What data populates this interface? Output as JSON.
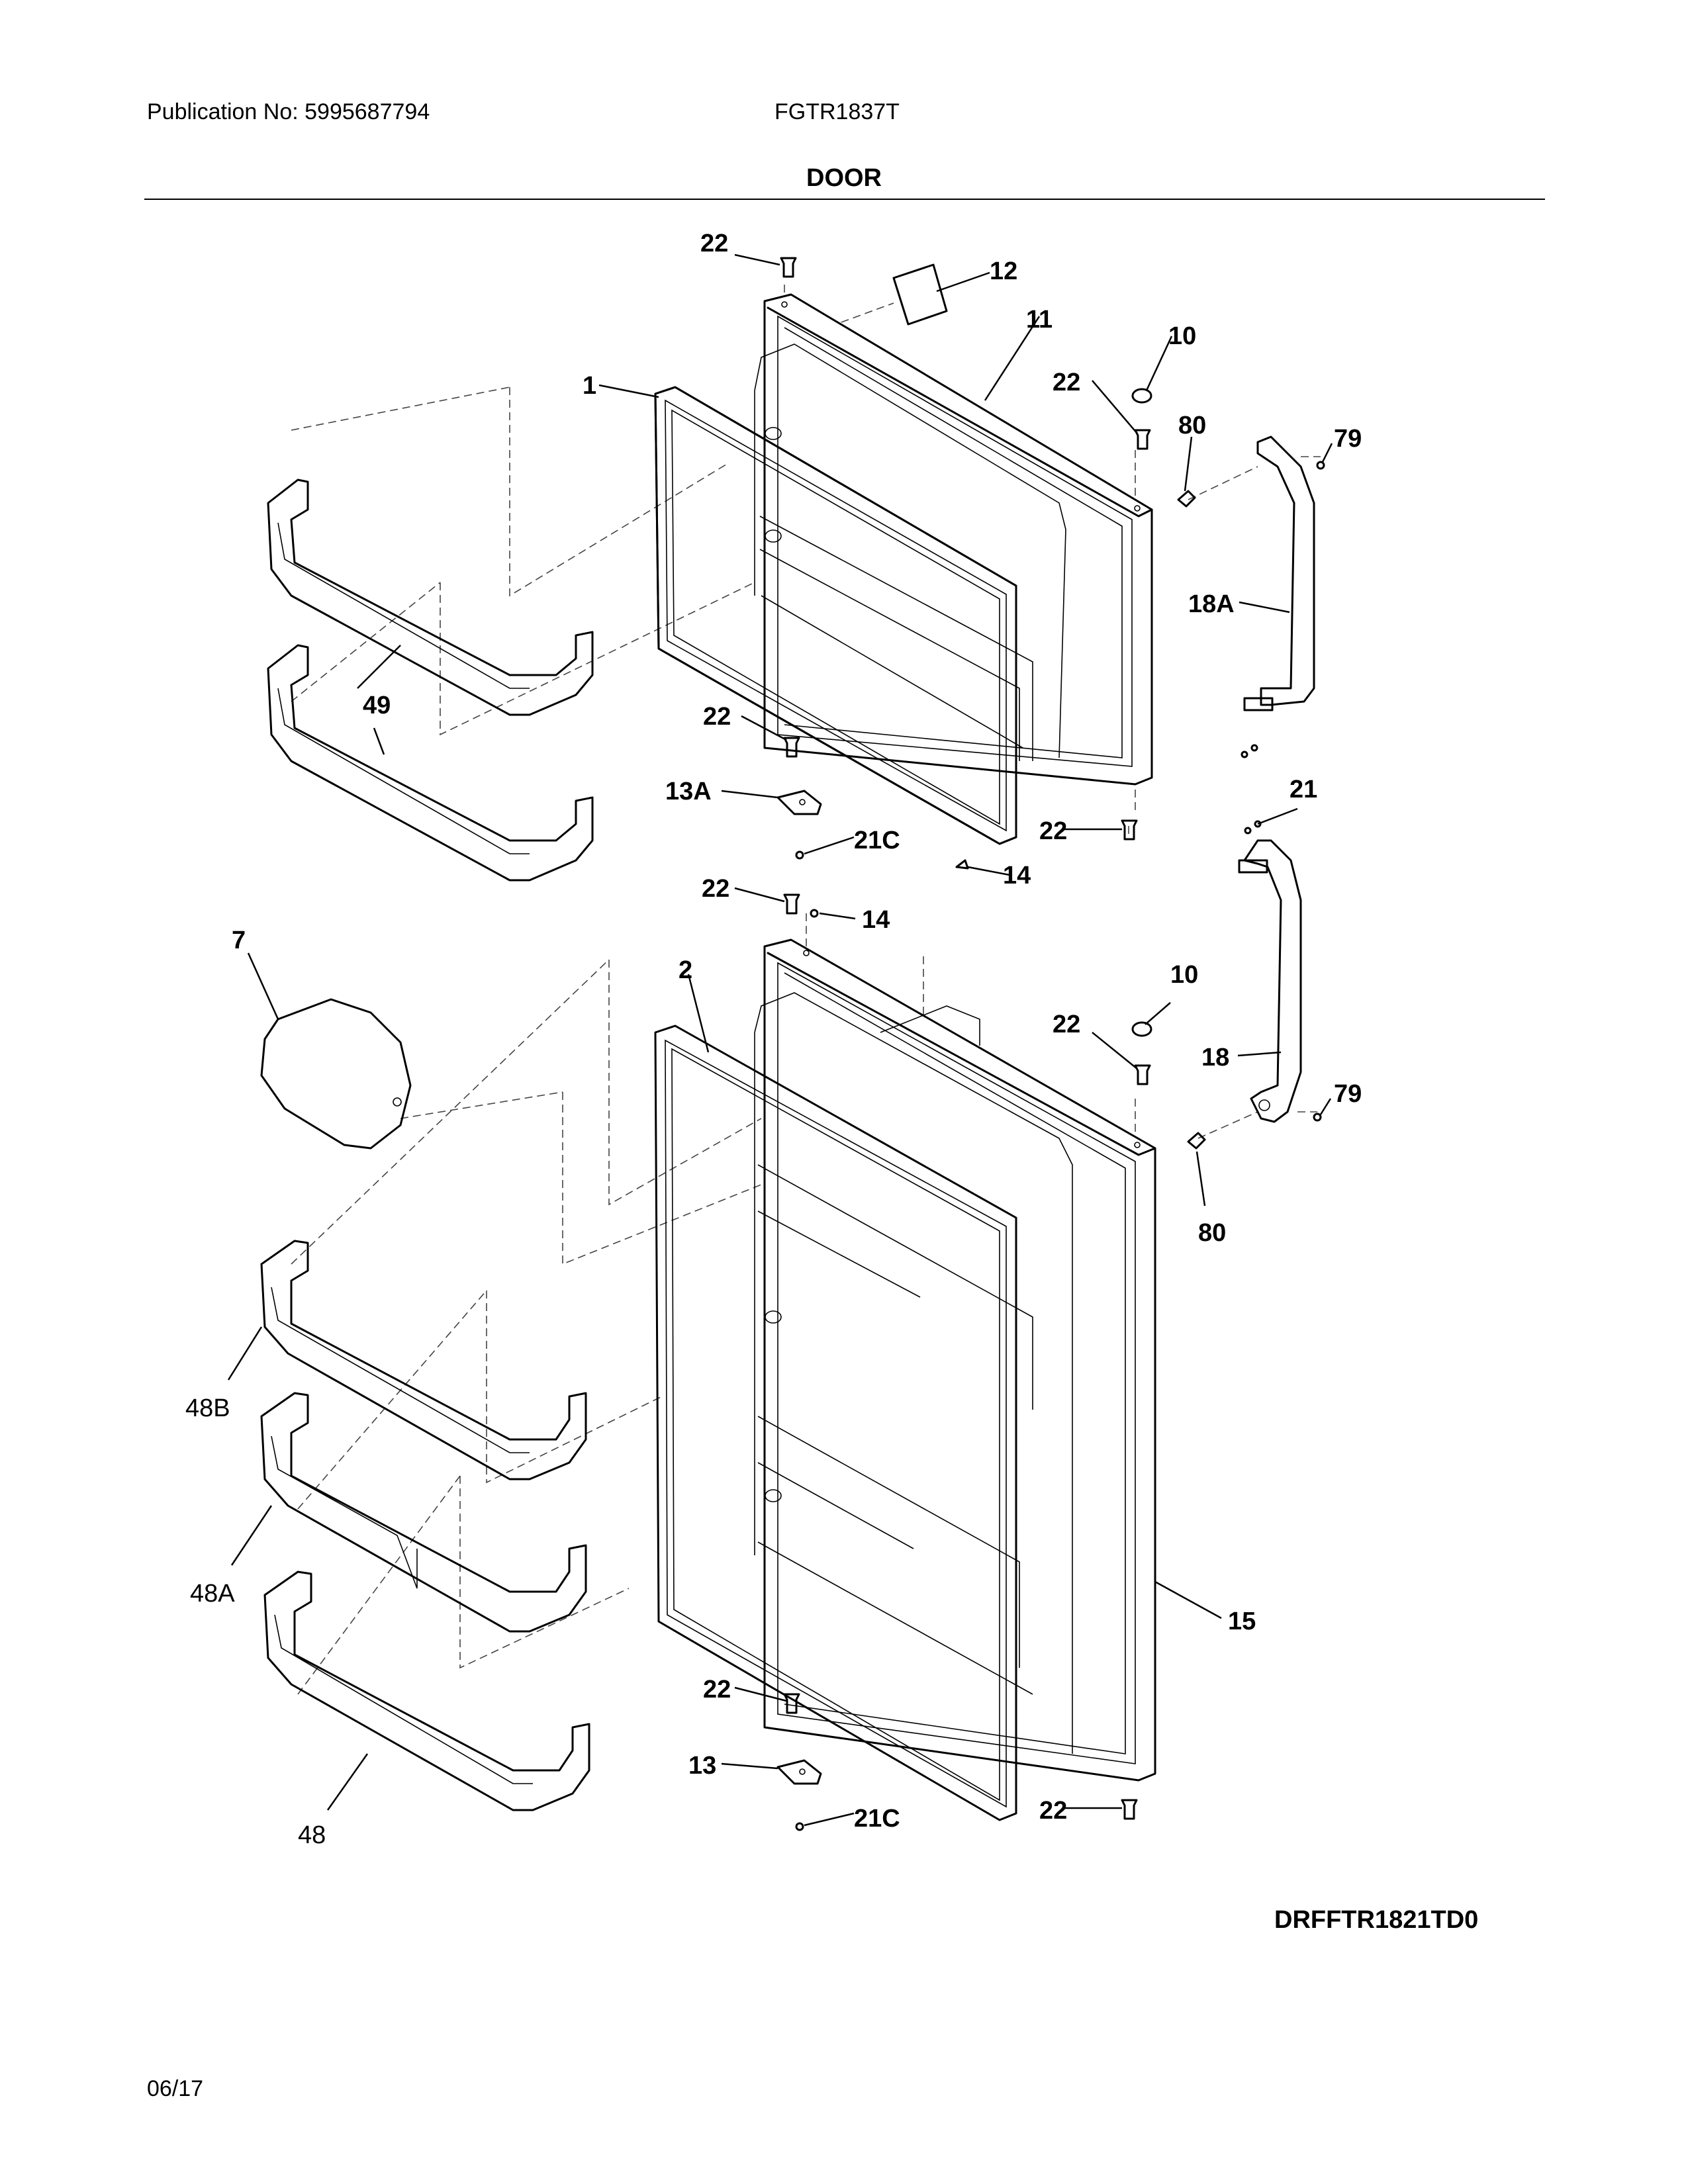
{
  "header": {
    "publication": "Publication No: 5995687794",
    "model": "FGTR1837T"
  },
  "section_title": "DOOR",
  "drawing_number": "DRFFTR1821TD0",
  "date_code": "06/17",
  "callouts": {
    "c22": "22",
    "c12": "12",
    "c11": "11",
    "c10": "10",
    "c80": "80",
    "c79": "79",
    "c1": "1",
    "c18A": "18A",
    "c49": "49",
    "c13A": "13A",
    "c21C": "21C",
    "c21": "21",
    "c14": "14",
    "c7": "7",
    "c2": "2",
    "c18": "18",
    "c48B": "48B",
    "c48A": "48A",
    "c48": "48",
    "c15": "15",
    "c13": "13"
  }
}
